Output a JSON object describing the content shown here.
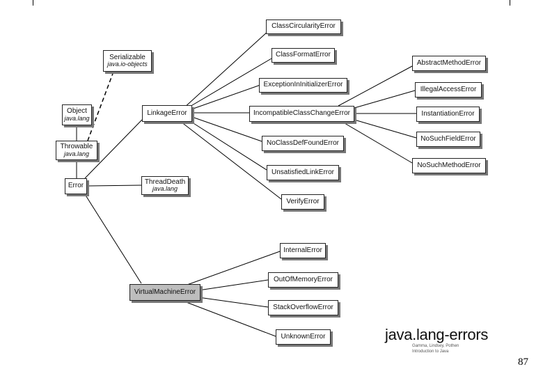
{
  "nodes": {
    "serializable": {
      "name": "Serializable",
      "pkg": "java.io-objects"
    },
    "object": {
      "name": "Object",
      "pkg": "java.lang"
    },
    "throwable": {
      "name": "Throwable",
      "pkg": "java.lang"
    },
    "error": {
      "name": "Error"
    },
    "linkage_error": {
      "name": "LinkageError"
    },
    "thread_death": {
      "name": "ThreadDeath",
      "pkg": "java.lang"
    },
    "virtual_machine_error": {
      "name": "VirtualMachineError"
    },
    "class_circularity_error": {
      "name": "ClassCircularityError"
    },
    "class_format_error": {
      "name": "ClassFormatError"
    },
    "exception_in_initializer_error": {
      "name": "ExceptionInInitializerError"
    },
    "incompatible_class_change_error": {
      "name": "IncompatibleClassChangeError"
    },
    "no_class_def_found_error": {
      "name": "NoClassDefFoundError"
    },
    "unsatisfied_link_error": {
      "name": "UnsatisfiedLinkError"
    },
    "verify_error": {
      "name": "VerifyError"
    },
    "abstract_method_error": {
      "name": "AbstractMethodError"
    },
    "illegal_access_error": {
      "name": "IllegalAccessError"
    },
    "instantiation_error": {
      "name": "InstantiationError"
    },
    "no_such_field_error": {
      "name": "NoSuchFieldError"
    },
    "no_such_method_error": {
      "name": "NoSuchMethodError"
    },
    "internal_error": {
      "name": "InternalError"
    },
    "out_of_memory_error": {
      "name": "OutOfMemoryError"
    },
    "stack_overflow_error": {
      "name": "StackOverflowError"
    },
    "unknown_error": {
      "name": "UnknownError"
    }
  },
  "caption": {
    "title": "java.lang-errors",
    "line1": "Gamma, Lindsey, Pothen",
    "line2": "Introduction to Java"
  },
  "page_number": "87",
  "colors": {
    "line": "#000000",
    "node_fill": "#ffffff",
    "highlight_fill": "#bdbdbd",
    "shadow": "#777777"
  }
}
